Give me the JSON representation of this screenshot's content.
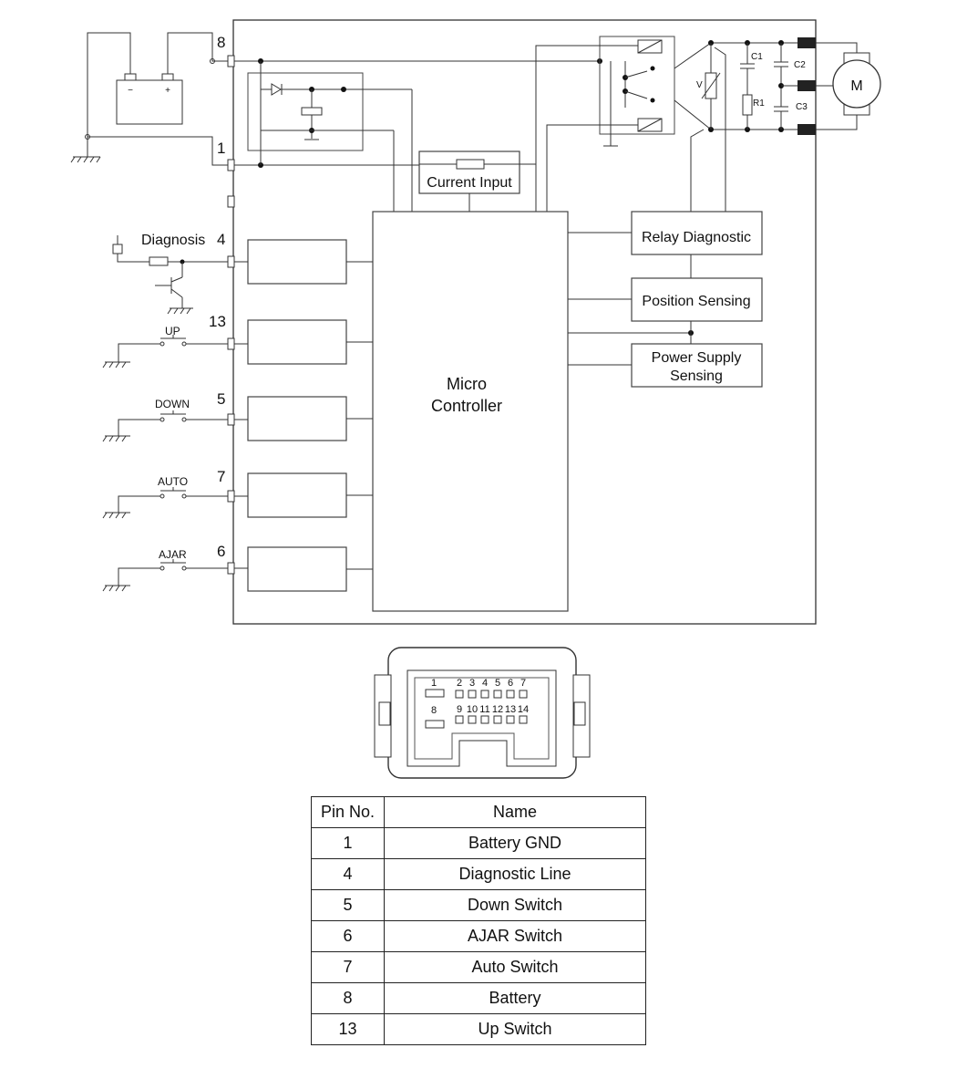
{
  "diagram": {
    "pin_labels": {
      "p8": "8",
      "p1": "1",
      "p4": "4",
      "p13": "13",
      "p5": "5",
      "p7": "7",
      "p6": "6"
    },
    "input_labels": {
      "diagnosis": "Diagnosis",
      "up": "UP",
      "down": "DOWN",
      "auto": "AUTO",
      "ajar": "AJAR"
    },
    "blocks": {
      "current_input": "Current Input",
      "relay_diagnostic": "Relay Diagnostic",
      "position_sensing": "Position Sensing",
      "power_supply_line1": "Power Supply",
      "power_supply_line2": "Sensing",
      "micro_line1": "Micro",
      "micro_line2": "Controller"
    },
    "components": {
      "motor": "M",
      "varistor": "V",
      "c1": "C1",
      "c2": "C2",
      "c3": "C3",
      "r1": "R1",
      "battery_minus": "−",
      "battery_plus": "+"
    }
  },
  "connector": {
    "top_row": [
      "1",
      "2",
      "3",
      "4",
      "5",
      "6",
      "7"
    ],
    "bottom_row": [
      "8",
      "9",
      "10",
      "11",
      "12",
      "13",
      "14"
    ]
  },
  "pin_table": {
    "headers": [
      "Pin No.",
      "Name"
    ],
    "rows": [
      {
        "pin": "1",
        "name": "Battery GND"
      },
      {
        "pin": "4",
        "name": "Diagnostic Line"
      },
      {
        "pin": "5",
        "name": "Down Switch"
      },
      {
        "pin": "6",
        "name": "AJAR Switch"
      },
      {
        "pin": "7",
        "name": "Auto Switch"
      },
      {
        "pin": "8",
        "name": "Battery"
      },
      {
        "pin": "13",
        "name": "Up Switch"
      }
    ]
  }
}
